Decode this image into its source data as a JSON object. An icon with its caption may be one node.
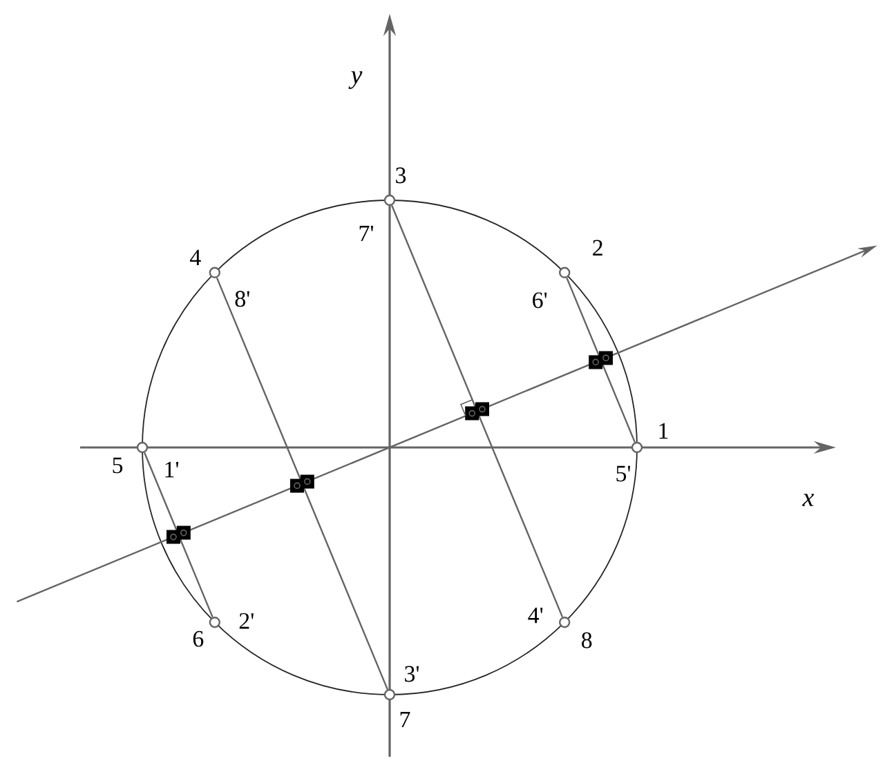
{
  "diagram": {
    "nodes": [
      {
        "text": [],
        "shape": "circle",
        "beside": [
          "3",
          "7'"
        ]
      },
      {
        "text": [],
        "shape": "circle",
        "beside": [
          "4",
          "8'"
        ]
      },
      {
        "text": [],
        "shape": "circle",
        "beside": [
          "2",
          "6'"
        ]
      },
      {
        "text": [],
        "shape": "circle",
        "beside": [
          "5",
          "1'"
        ]
      },
      {
        "text": [],
        "shape": "circle",
        "beside": [
          "1",
          "5'"
        ]
      },
      {
        "text": [],
        "shape": "circle",
        "beside": [
          "6",
          "2'"
        ]
      },
      {
        "text": [],
        "shape": "circle",
        "beside": [
          "4'",
          "8"
        ]
      },
      {
        "text": [],
        "shape": "circle",
        "beside": [
          "3'",
          "7"
        ]
      }
    ],
    "edges": [
      {
        "from": 4,
        "to": 2,
        "arrow": "none"
      },
      {
        "from": 0,
        "to": 6,
        "arrow": "none"
      },
      {
        "from": 1,
        "to": 7,
        "arrow": "none"
      },
      {
        "from": 3,
        "to": 5,
        "arrow": "none"
      }
    ],
    "labels": [
      "y",
      "x"
    ]
  }
}
